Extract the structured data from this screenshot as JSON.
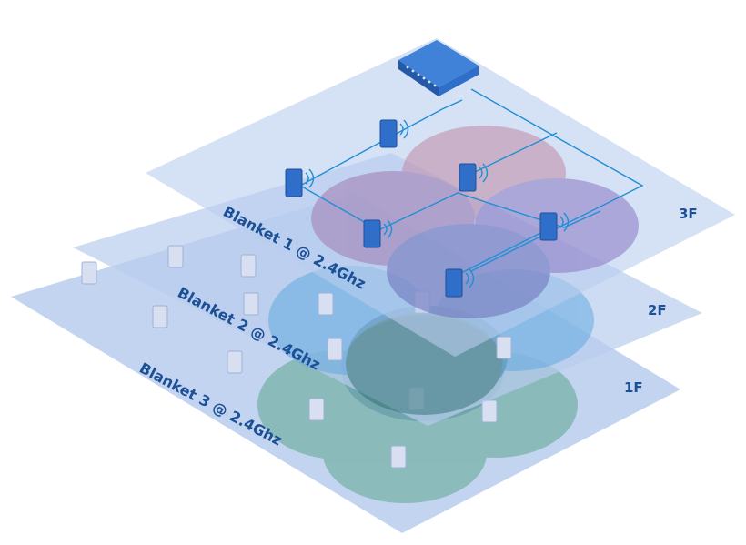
{
  "floors": [
    {
      "id": "1F",
      "label": "1F"
    },
    {
      "id": "2F",
      "label": "2F"
    },
    {
      "id": "3F",
      "label": "3F"
    }
  ],
  "blankets": [
    {
      "label": "Blanket 1 @ 2.4Ghz"
    },
    {
      "label": "Blanket 2 @ 2.4Ghz"
    },
    {
      "label": "Blanket 3 @ 2.4Ghz"
    }
  ],
  "colors": {
    "floor_fill": "#b9cdee",
    "cable": "#1f8fd6",
    "ap_body": "#2f6fc9",
    "switch_body": "#2f6fc9",
    "cell_3f_a": "#c08aa6",
    "cell_3f_b": "#8a78c2",
    "cell_2f": "#5aa6df",
    "cell_1f": "#5fa68f",
    "label": "#1b4f96"
  }
}
